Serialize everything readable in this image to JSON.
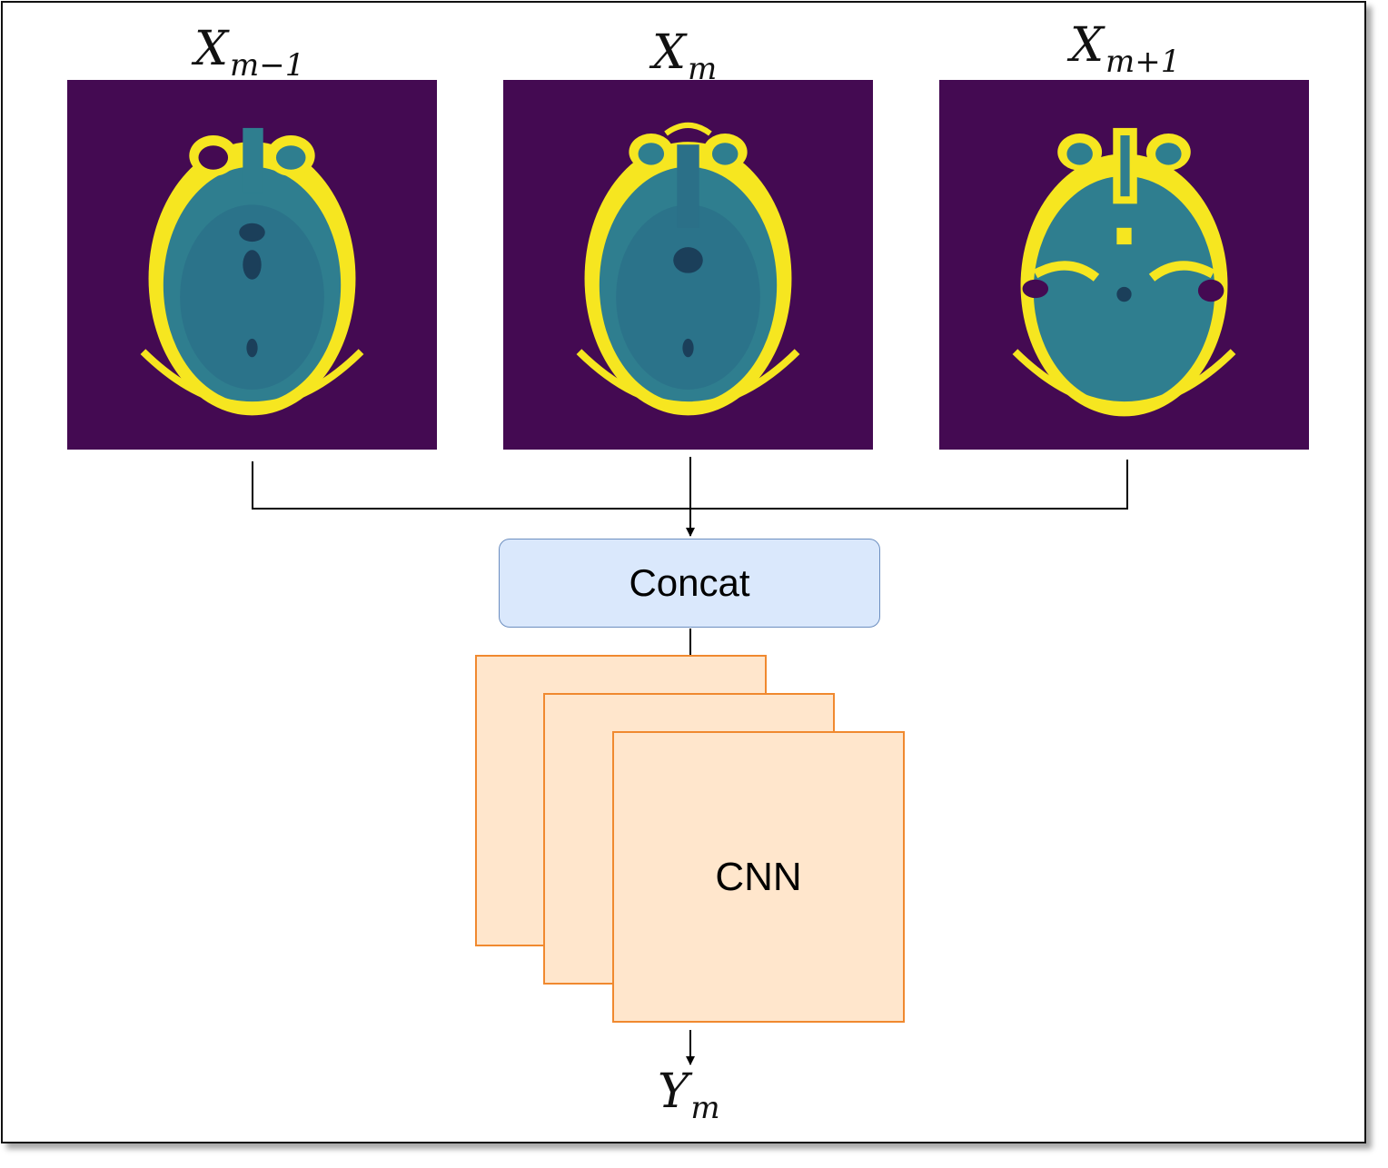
{
  "inputs": [
    {
      "base": "X",
      "sub": "m−1"
    },
    {
      "base": "X",
      "sub": "m"
    },
    {
      "base": "X",
      "sub": "m+1"
    }
  ],
  "concat_label": "Concat",
  "cnn_label": "CNN",
  "output": {
    "base": "Y",
    "sub": "m"
  },
  "colors": {
    "scan_background": "#440a52",
    "scan_tissue": "#2f7e8f",
    "scan_bone": "#f6e620",
    "concat_fill": "#dae8fc",
    "concat_stroke": "#6c8ebf",
    "cnn_fill": "#ffe6cc",
    "cnn_stroke": "#f0892f"
  }
}
